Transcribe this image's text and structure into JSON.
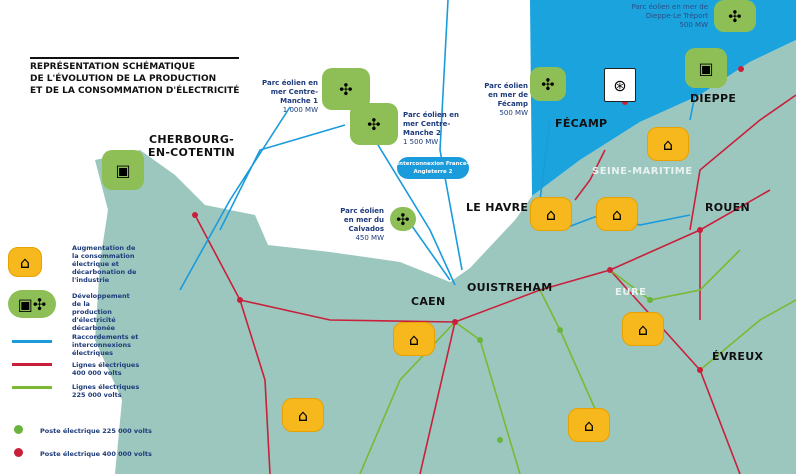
{
  "title": [
    "REPRÉSENTATION SCHÉMATIQUE",
    "DE L'ÉVOLUTION DE LA PRODUCTION",
    "ET DE LA CONSOMMATION D'ÉLECTRICITÉ"
  ],
  "places": {
    "cherbourg": "CHERBOURG-\nEN-COTENTIN",
    "fecamp": "FÉCAMP",
    "dieppe": "DIEPPE",
    "le_havre": "LE HAVRE",
    "rouen": "ROUEN",
    "caen": "CAEN",
    "ouistreham": "OUISTREHAM",
    "evreux": "ÉVREUX",
    "seine_maritime": "SEINE-MARITIME",
    "eure": "EURE"
  },
  "wind_farms": [
    {
      "name": "Parc éolien en mer Centre-Manche 1",
      "capacity": "1 000 MW"
    },
    {
      "name": "Parc éolien en mer Centre-Manche 2",
      "capacity": "1 500 MW"
    },
    {
      "name": "Parc éolien en mer de Fécamp",
      "capacity": "500 MW"
    },
    {
      "name": "Parc éolien en mer du Calvados",
      "capacity": "450 MW"
    },
    {
      "name": "Parc éolien en mer de Dieppe-Le Tréport",
      "capacity": "500 MW"
    }
  ],
  "interconnection": "Interconnexion France-Angleterre 2",
  "legend": [
    {
      "icon": "factory-icon",
      "label": "Augmentation de la consommation électrique et décarbonation de l'industrie"
    },
    {
      "icon": "power-plant-wind-icon",
      "label": "Développement de la production d'électricité décarbonée"
    },
    {
      "color": "#1a9bdc",
      "label": "Raccordements et interconnexions électriques"
    },
    {
      "color": "#c8203a",
      "label": "Lignes électriques 400 000 volts"
    },
    {
      "color": "#7cb832",
      "label": "Lignes électriques 225 000 volts"
    },
    {
      "color": "#6ab43c",
      "label": "Poste électrique 225 000 volts"
    },
    {
      "color": "#c8203a",
      "label": "Poste électrique 400 000 volts"
    }
  ],
  "colors": {
    "sea": "#1aa3dd",
    "land": "#9cc7bf",
    "red": "#c8203a",
    "blue": "#1a9bdc",
    "green": "#7cb832"
  }
}
